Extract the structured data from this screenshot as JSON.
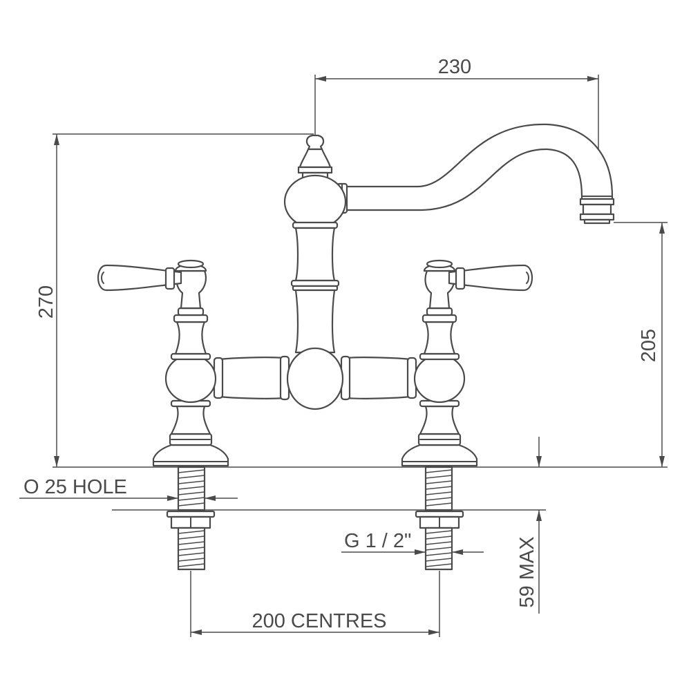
{
  "drawing": {
    "dim_spout_reach": "230",
    "dim_total_height": "270",
    "dim_spout_height": "205",
    "dim_hole": "O 25 HOLE",
    "dim_thread": "G 1 / 2\"",
    "dim_centres": "200 CENTRES",
    "dim_max_deck": "59 MAX"
  },
  "colors": {
    "line": "#4a4a4a",
    "background": "#ffffff"
  }
}
